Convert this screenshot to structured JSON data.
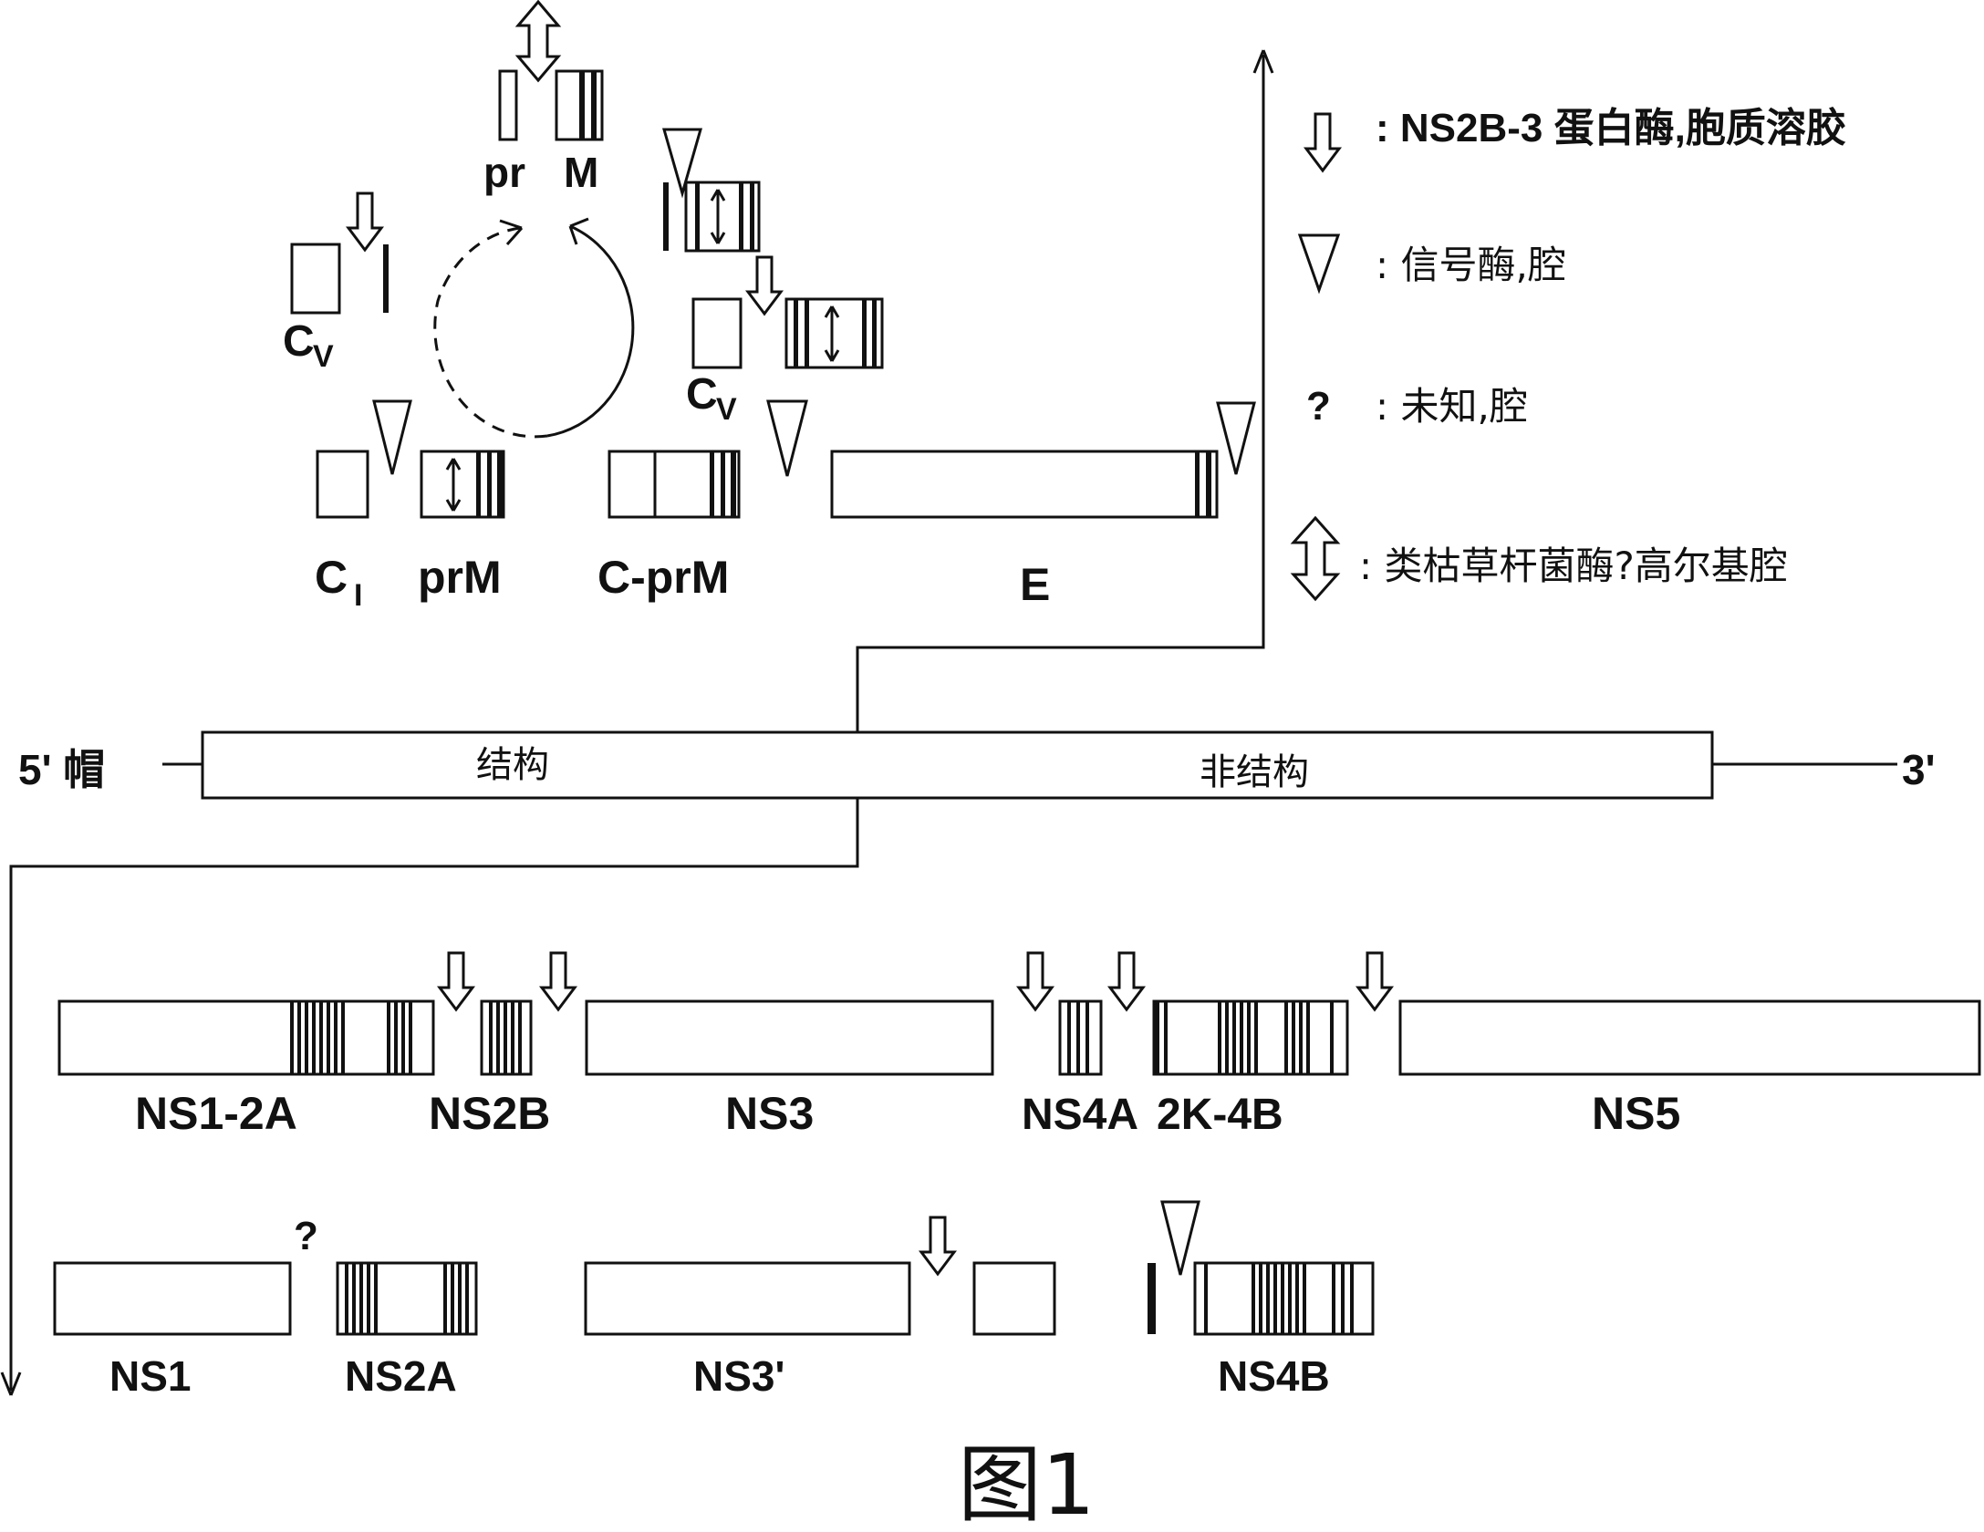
{
  "legend": {
    "protease_symbol": "⇩",
    "protease_text": ": NS2B-3 蛋白酶,胞质溶胶",
    "signalase_text": ": 信号酶,腔",
    "unknown_symbol": "?",
    "unknown_text": ": 未知,腔",
    "subtilase_text": ": 类枯草杆菌酶?高尔基腔"
  },
  "top": {
    "pr": "pr",
    "M": "M",
    "Cv1": "C",
    "Cv1_sub": "V",
    "Cv2": "C",
    "Cv2_sub": "V",
    "Cl": "C",
    "Cl_sub": "I",
    "prM": "prM",
    "CprM": "C-prM",
    "E": "E"
  },
  "genome": {
    "five_prime": "5' 帽",
    "structural": "结构",
    "nonstructural": "非结构",
    "three_prime": "3'"
  },
  "row1": {
    "ns12a": "NS1-2A",
    "ns2b": "NS2B",
    "ns3": "NS3",
    "ns4a": "NS4A",
    "k4b": "2K-4B",
    "ns5": "NS5"
  },
  "row2": {
    "ns1": "NS1",
    "q": "?",
    "ns2a": "NS2A",
    "ns3p": "NS3'",
    "ns4b": "NS4B"
  },
  "caption": "图1"
}
